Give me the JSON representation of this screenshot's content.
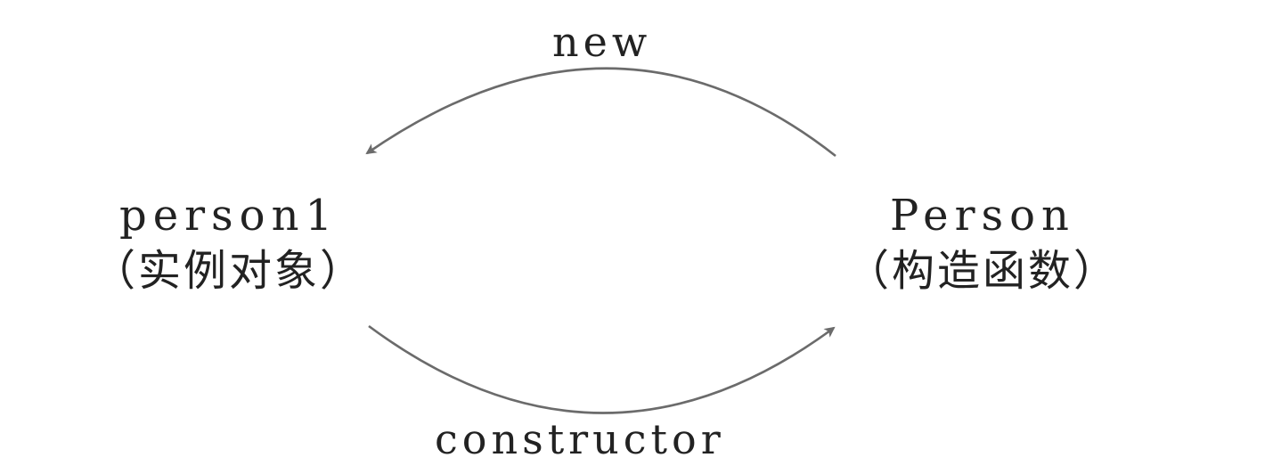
{
  "diagram": {
    "nodes": {
      "instance": {
        "name": "person1",
        "desc": "（实例对象）"
      },
      "constructor": {
        "name": "Person",
        "desc": "（构造函数）"
      }
    },
    "edges": {
      "new": {
        "label": "new",
        "from": "constructor",
        "to": "instance"
      },
      "constructor": {
        "label": "constructor",
        "from": "instance",
        "to": "constructor"
      }
    },
    "colors": {
      "text": "#222222",
      "arrow": "#6b6b6b",
      "background": "#ffffff"
    }
  }
}
